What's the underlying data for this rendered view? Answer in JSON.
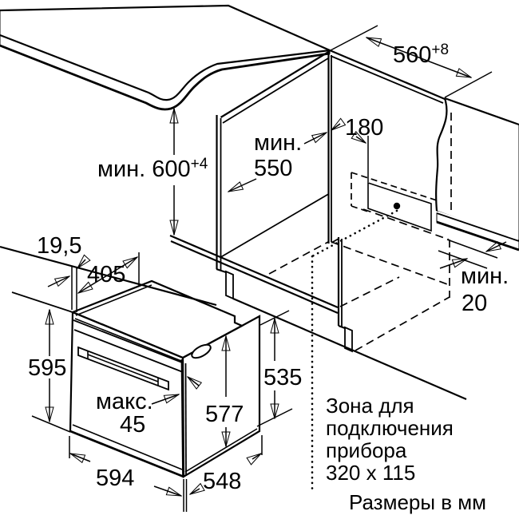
{
  "diagram": {
    "title": "oven-installation-dimension-drawing",
    "units_note": "Размеры в мм",
    "connection_zone_note": {
      "l1": "Зона для",
      "l2": "подключения",
      "l3": "прибора",
      "l4": "320 x 115"
    },
    "dimensions": {
      "niche_width": {
        "value": "560",
        "tol": "+8"
      },
      "niche_height": {
        "value": "мин. 600",
        "tol": "+4"
      },
      "niche_depth_prefix": "мин.",
      "niche_depth": "550",
      "zone_offset": "180",
      "rear_gap_prefix": "мин.",
      "rear_gap": "20",
      "front_overhang": "19,5",
      "top_depth": "405",
      "front_height": "595",
      "door_max_prefix": "макс.",
      "door_max": "45",
      "inner_height": "577",
      "side_height": "535",
      "oven_width": "594",
      "oven_depth": "548"
    },
    "colors": {
      "line": "#000000",
      "surface": "#d8dadc",
      "band": "#cdd0d3",
      "background": "#ffffff"
    }
  }
}
